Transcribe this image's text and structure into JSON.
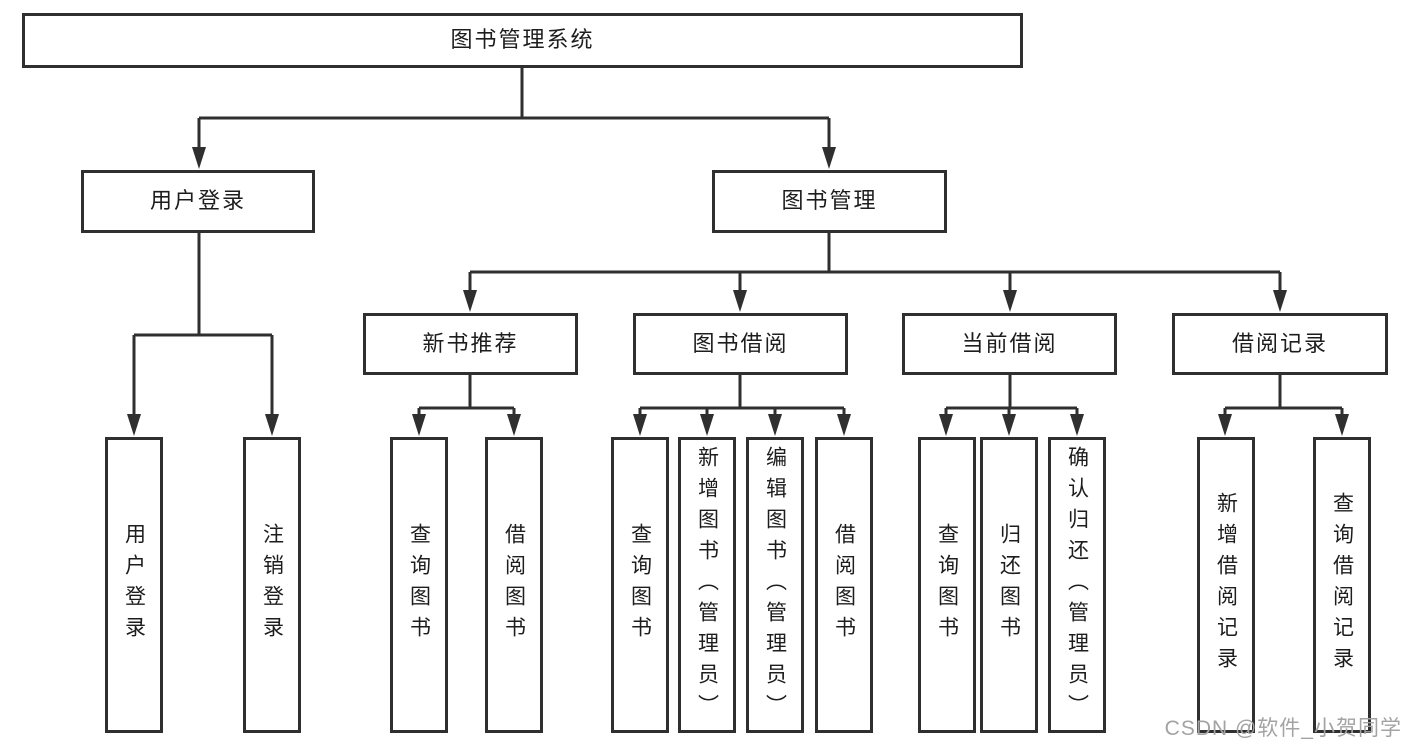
{
  "diagram": {
    "title": "图书管理系统",
    "watermark": "CSDN @软件_小贺同学",
    "colors": {
      "line": "#2f2f2f",
      "text": "#1d1d1d",
      "watermark": "#a3a3a3",
      "background": "#ffffff"
    },
    "nodes": {
      "root": "图书管理系统",
      "level2": [
        {
          "label": "用户登录"
        },
        {
          "label": "图书管理"
        }
      ],
      "level3": [
        {
          "label": "新书推荐"
        },
        {
          "label": "图书借阅"
        },
        {
          "label": "当前借阅"
        },
        {
          "label": "借阅记录"
        }
      ],
      "leaves": {
        "user_login": [
          "用户登录",
          "注销登录"
        ],
        "new_book": [
          "查询图书",
          "借阅图书"
        ],
        "book_borrow": [
          "查询图书",
          "新增图书（管理员）",
          "编辑图书（管理员）",
          "借阅图书"
        ],
        "current_borrow": [
          "查询图书",
          "归还图书",
          "确认归还（管理员）"
        ],
        "borrow_records": [
          "新增借阅记录",
          "查询借阅记录"
        ]
      }
    }
  }
}
